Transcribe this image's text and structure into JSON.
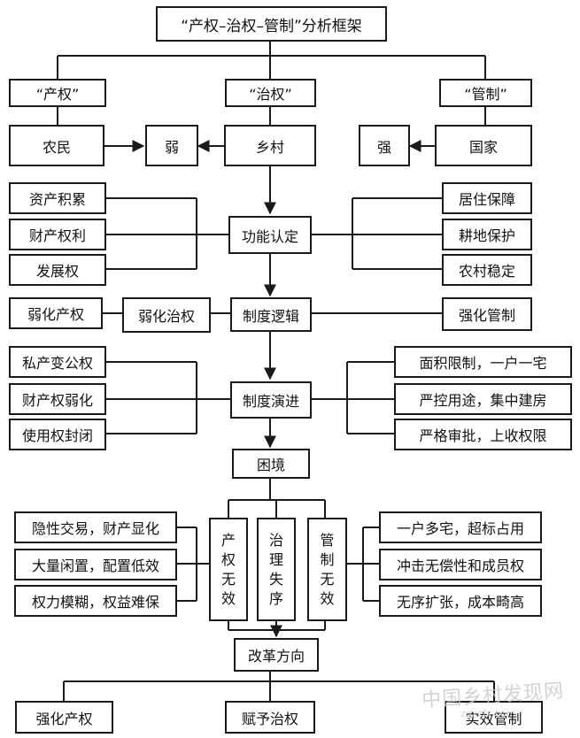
{
  "title": "“产权–治权–管制”分析框架",
  "branches": {
    "property": "“产权”",
    "governance": "“治权”",
    "control": "“管制”"
  },
  "row2": {
    "farmers": "农民",
    "weak": "弱",
    "village": "乡村",
    "strong": "强",
    "state": "国家"
  },
  "function": {
    "center": "功能认定",
    "left": [
      "资产积累",
      "财产权利",
      "发展权"
    ],
    "right": [
      "居住保障",
      "耕地保护",
      "农村稳定"
    ]
  },
  "institution": {
    "center": "制度逻辑",
    "left_outer": "弱化产权",
    "left_inner": "弱化治权",
    "right": "强化管制"
  },
  "evolution": {
    "center": "制度演进",
    "left": [
      "私产变公权",
      "财产权弱化",
      "使用权封闭"
    ],
    "right": [
      "面积限制，一户一宅",
      "严控用途，集中建房",
      "严格审批，上收权限"
    ]
  },
  "dilemma": {
    "center": "困境",
    "columns": [
      [
        "产",
        "权",
        "无",
        "效"
      ],
      [
        "治",
        "理",
        "失",
        "序"
      ],
      [
        "管",
        "制",
        "无",
        "效"
      ]
    ],
    "left": [
      "隐性交易，财产显化",
      "大量闲置，配置低效",
      "权力模糊，权益难保"
    ],
    "right": [
      "一户多宅，超标占用",
      "冲击无偿性和成员权",
      "无序扩张，成本畸高"
    ]
  },
  "reform": {
    "center": "改革方向",
    "items": [
      "强化产权",
      "赋予治权",
      "实效管制"
    ]
  },
  "watermark": {
    "text": "中国乡村发现网",
    "url": "zgxcfx.com"
  },
  "colors": {
    "line": "#1a1a1a",
    "text": "#111111",
    "watermark": "#c9c9c9"
  }
}
